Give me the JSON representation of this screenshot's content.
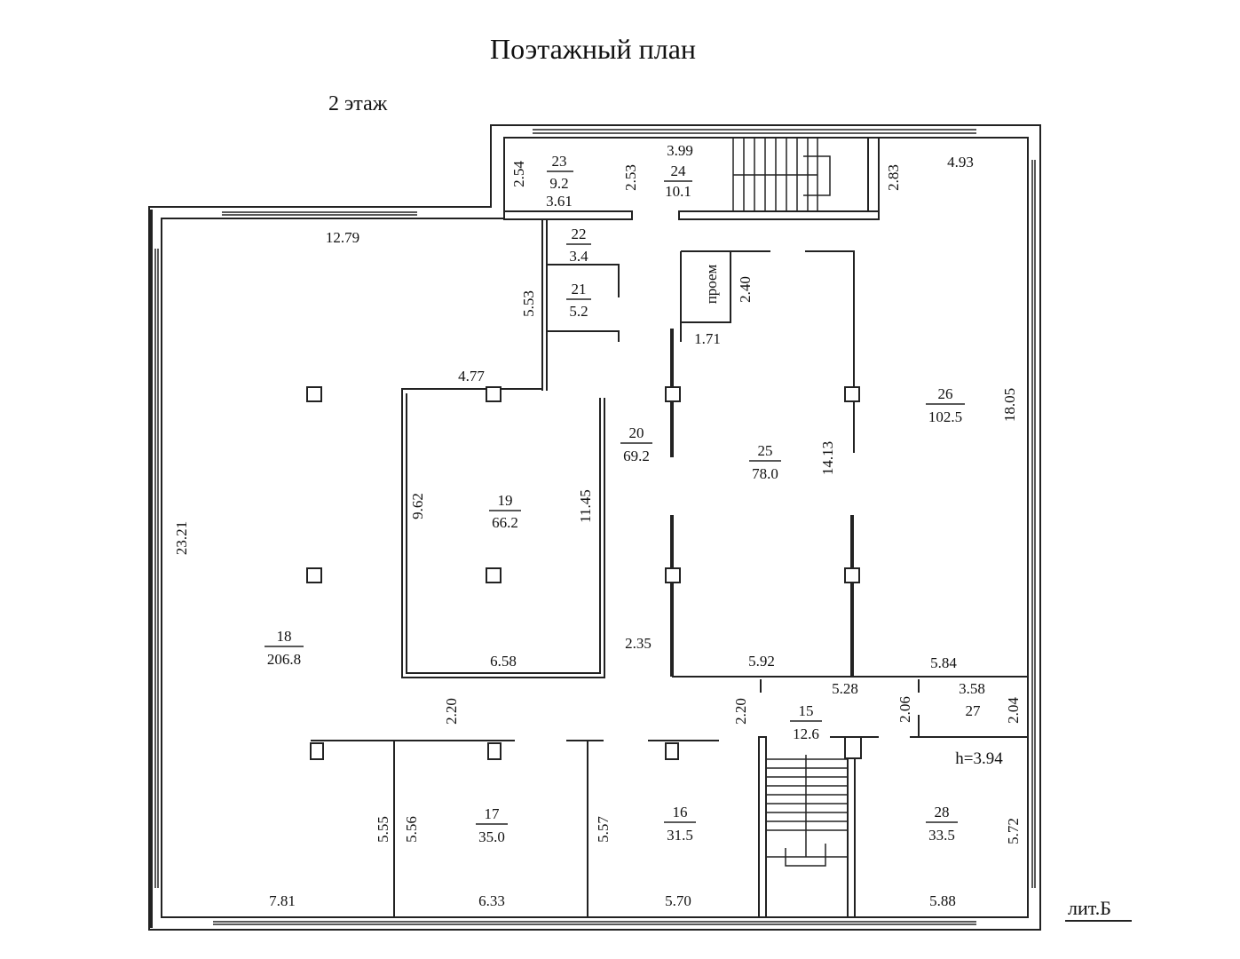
{
  "title": "Поэтажный план",
  "floor_label": "2 этаж",
  "building_label": "лит.Б",
  "height_note": "h=3.94",
  "opening_label": "проем",
  "rooms": [
    {
      "number": "15",
      "area": "12.6"
    },
    {
      "number": "16",
      "area": "31.5"
    },
    {
      "number": "17",
      "area": "35.0"
    },
    {
      "number": "18",
      "area": "206.8"
    },
    {
      "number": "19",
      "area": "66.2"
    },
    {
      "number": "20",
      "area": "69.2"
    },
    {
      "number": "21",
      "area": "5.2"
    },
    {
      "number": "22",
      "area": "3.4"
    },
    {
      "number": "23",
      "area": "9.2"
    },
    {
      "number": "24",
      "area": "10.1"
    },
    {
      "number": "25",
      "area": "78.0"
    },
    {
      "number": "26",
      "area": "102.5"
    },
    {
      "number": "27",
      "area": ""
    },
    {
      "number": "28",
      "area": "33.5"
    }
  ],
  "dimensions": [
    "12.79",
    "2.54",
    "3.61",
    "2.53",
    "3.99",
    "2.83",
    "4.93",
    "5.53",
    "4.77",
    "2.40",
    "1.71",
    "18.05",
    "14.13",
    "9.62",
    "11.45",
    "23.21",
    "6.58",
    "2.35",
    "5.92",
    "5.84",
    "5.28",
    "2.20",
    "2.20",
    "2.06",
    "3.58",
    "2.04",
    "5.55",
    "5.56",
    "5.57",
    "5.72",
    "7.81",
    "6.33",
    "5.70",
    "5.88"
  ]
}
